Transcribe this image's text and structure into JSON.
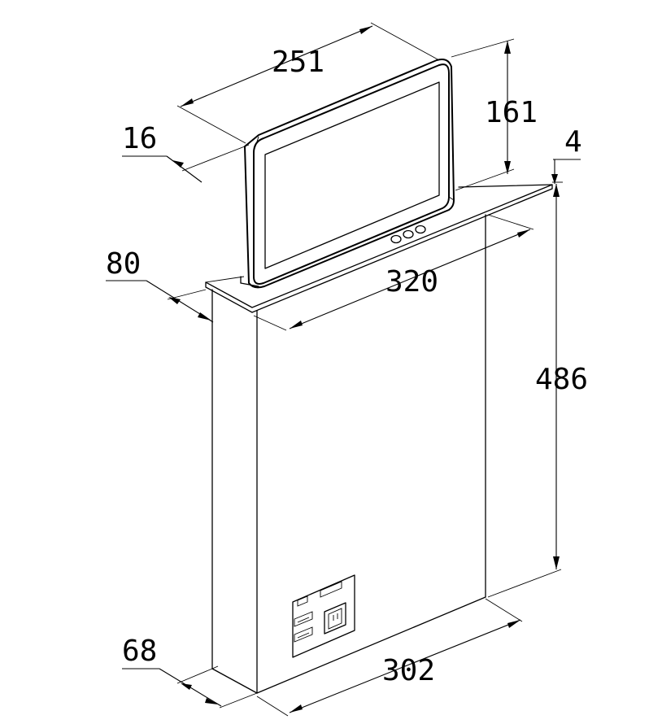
{
  "dimensions": {
    "screen_width": "251",
    "screen_height": "161",
    "screen_thickness": "16",
    "lid_thickness": "4",
    "top_depth": "80",
    "top_width": "320",
    "body_height": "486",
    "body_depth": "68",
    "body_width": "302"
  }
}
